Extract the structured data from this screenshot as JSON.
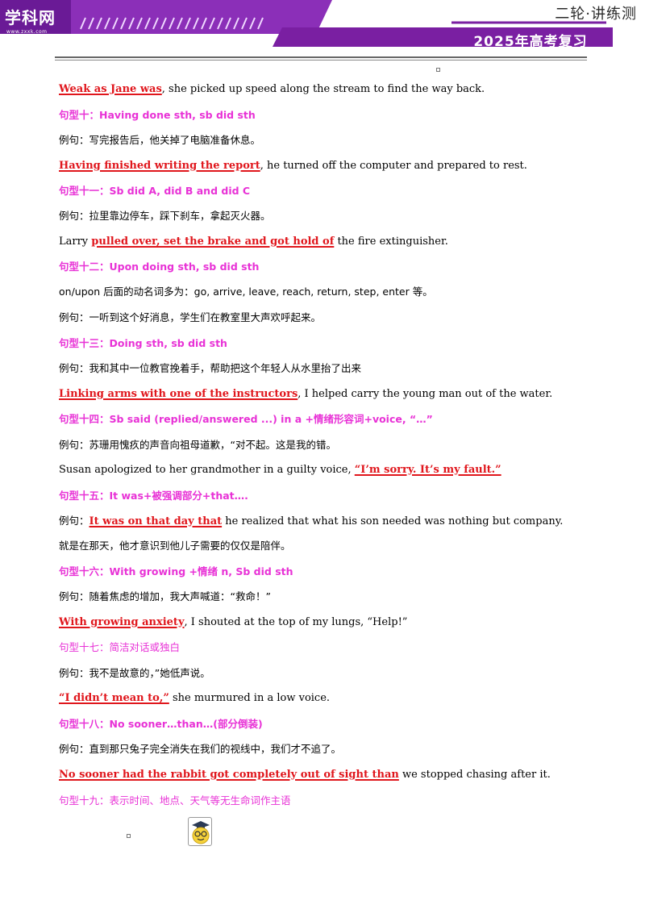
{
  "header": {
    "logo": "学科网",
    "logo_url": "www.zxxk.com",
    "series": "二轮·讲练测",
    "year_title": "2025年高考复习",
    "brand_purple": "#7a1fa2",
    "accent_magenta": "#e832d6"
  },
  "lines": {
    "l1_red": "Weak as Jane was",
    "l1_rest": ", she picked up speed along the stream to find the way back.",
    "h10": "句型十：Having done sth, sb did sth",
    "l2": "例句：写完报告后，他关掉了电脑准备休息。",
    "l3_red": "Having finished writing the report",
    "l3_rest": ", he turned off the computer and prepared to rest.",
    "h11": "句型十一：Sb did A, did B and did C",
    "l4": "例句：拉里靠边停车，踩下刹车，拿起灭火器。",
    "l5_pre": "Larry ",
    "l5_red": "pulled over, set the brake and got hold of",
    "l5_rest": " the fire extinguisher.",
    "h12": "句型十二：Upon doing sth, sb did sth",
    "l6": "on/upon 后面的动名词多为：go, arrive, leave, reach, return, step, enter 等。",
    "l7": "例句：一听到这个好消息，学生们在教室里大声欢呼起来。",
    "h13": "句型十三：Doing sth, sb did sth",
    "l8": "例句：我和其中一位教官挽着手，帮助把这个年轻人从水里抬了出来",
    "l9_red": "Linking arms with one of the instructors",
    "l9_rest": ", I helped carry the young man out of the water.",
    "h14": "句型十四：Sb said (replied/answered ...) in a +情绪形容词+voice, “…”",
    "l10": "例句：苏珊用愧疚的声音向祖母道歉，“对不起。这是我的错。",
    "l11_pre": "Susan apologized to her grandmother in a guilty voice, ",
    "l11_red": "“I’m sorry. It’s my fault.”",
    "h15": "句型十五：It was+被强调部分+that….",
    "l12_pre": "例句：",
    "l12_red": "It was on that day that",
    "l12_rest": "  he realized that what his son needed was nothing but company.",
    "l13": "就是在那天，他才意识到他儿子需要的仅仅是陪伴。",
    "h16": "句型十六：With growing +情绪  n, Sb did sth",
    "l14": "例句：随着焦虑的增加，我大声喊道：“救命！”",
    "l15_red": "With growing anxiety",
    "l15_rest": ", I shouted at the top of my lungs, “Help!”",
    "h17": "句型十七：简洁对话或独白",
    "l16": "例句：我不是故意的，”她低声说。",
    "l17_red": "“I didn’t mean to,”",
    "l17_rest": " she murmured in a low voice.",
    "h18": "句型十八：No sooner…than…(部分倒装)",
    "l18": "例句：直到那只兔子完全消失在我们的视线中，我们才不追了。",
    "l19_red": "No sooner had the rabbit got completely out of sight than",
    "l19_rest": " we stopped chasing after it.",
    "h19": "句型十九：表示时间、地点、天气等无生命词作主语"
  }
}
